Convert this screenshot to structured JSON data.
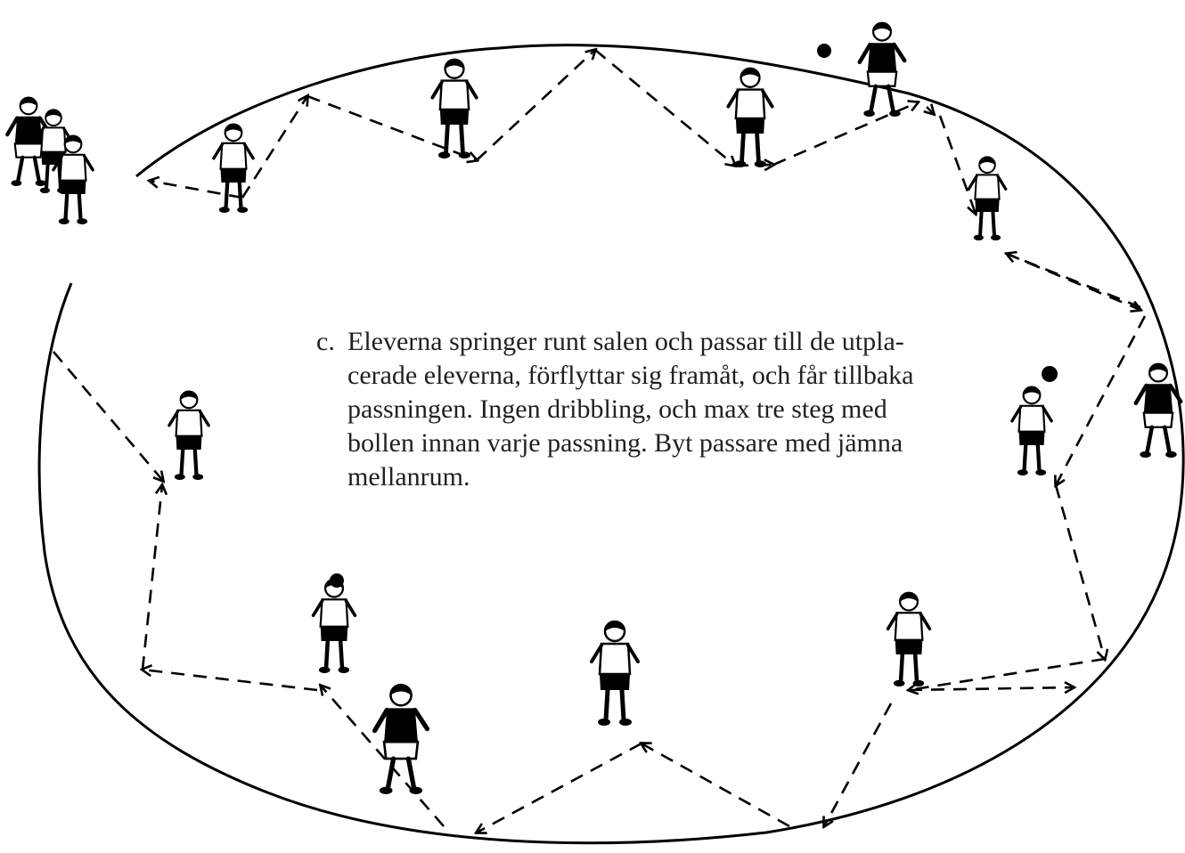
{
  "diagram": {
    "caption": {
      "marker": "c.",
      "lines": [
        "Eleverna springer runt salen och passar till de utpla-",
        "cerade eleverna, förflyttar sig framåt, och får tillbaka",
        "passningen. Ingen dribbling, och max tre steg med",
        "bollen innan varje passning. Byt passare med jämna",
        "mellanrum."
      ]
    },
    "colors": {
      "ink": "#000000",
      "text": "#231f20",
      "background": "#ffffff"
    }
  }
}
